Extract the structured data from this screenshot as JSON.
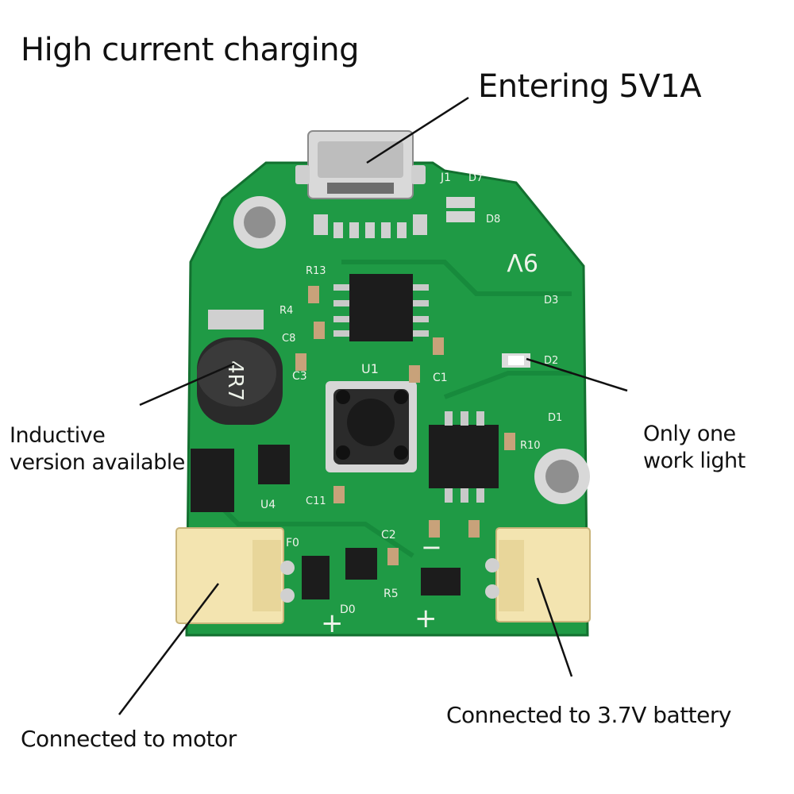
{
  "labels": {
    "title": "High current charging",
    "input": "Entering 5V1A",
    "inductive_line1": "Inductive",
    "inductive_line2": "version available",
    "work_light_line1": "Only one",
    "work_light_line2": "work light",
    "motor": "Connected to motor",
    "battery": "Connected to 3.7V battery"
  },
  "silkscreen": {
    "voltage": "9V",
    "inductor": "4R7",
    "u1": "U1",
    "j1": "J1",
    "d7": "D7",
    "d8": "D8",
    "d3": "D3",
    "d2": "D2",
    "d1": "D1",
    "c1": "C1",
    "c2": "C2",
    "c3": "C3",
    "c8": "C8",
    "c11": "C11",
    "r4": "R4",
    "r5": "R5",
    "r10": "R10",
    "r13": "R13",
    "u4": "U4",
    "d0": "D0",
    "f0": "F0",
    "minus": "−",
    "plus_left": "+",
    "plus_right": "+"
  },
  "colors": {
    "pcb_green": "#1f9a45",
    "pcb_dark": "#157a34",
    "connector": "#f3e4b0",
    "chip": "#1c1c1c",
    "pad": "#c9c9c9",
    "text": "#111111"
  }
}
